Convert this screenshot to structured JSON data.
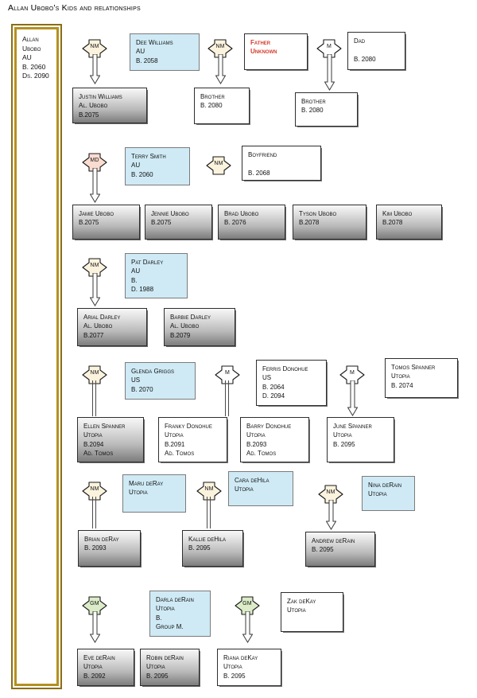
{
  "title": "Allan Ubobo's Kids and relationships",
  "colors": {
    "root_frame_border": "#8a6d14",
    "partner_box_fill": "#cfeaf5",
    "badge_nm_fill": "#fbf3de",
    "badge_md_fill": "#fadcd0",
    "badge_gm_fill": "#dcecc8",
    "badge_m_fill": "#ffffff",
    "alert_text": "#d43b2e"
  },
  "root": {
    "name": "Allan",
    "surname": "Ubobo",
    "code": "AU",
    "born": "B. 2060",
    "died": "Ds. 2090",
    "text": "Allan\nUbobo\nAU\nB. 2060\nDs. 2090"
  },
  "badges": [
    {
      "id": "b1",
      "label": "NM",
      "kind": "nm"
    },
    {
      "id": "b2",
      "label": "NM",
      "kind": "nm"
    },
    {
      "id": "b3",
      "label": "M",
      "kind": "m"
    },
    {
      "id": "b4",
      "label": "MD",
      "kind": "md"
    },
    {
      "id": "b5",
      "label": "NM",
      "kind": "nm"
    },
    {
      "id": "b6",
      "label": "NM",
      "kind": "nm"
    },
    {
      "id": "b7",
      "label": "NM",
      "kind": "nm"
    },
    {
      "id": "b8",
      "label": "M",
      "kind": "m"
    },
    {
      "id": "b9",
      "label": "M",
      "kind": "m"
    },
    {
      "id": "b10",
      "label": "NM",
      "kind": "nm"
    },
    {
      "id": "b11",
      "label": "NM",
      "kind": "nm"
    },
    {
      "id": "b12",
      "label": "NM",
      "kind": "nm"
    },
    {
      "id": "b13",
      "label": "GM",
      "kind": "gm"
    },
    {
      "id": "b14",
      "label": "GM",
      "kind": "gm"
    }
  ],
  "partners": [
    {
      "id": "p_dee",
      "text": "Dee Williams\nAU\nB. 2058"
    },
    {
      "id": "p_father",
      "text": "Father\nUnknown"
    },
    {
      "id": "p_dad",
      "text": "Dad\n\nB. 2080"
    },
    {
      "id": "p_terry",
      "text": "Terry Smith\nAU\nB. 2060"
    },
    {
      "id": "p_boy",
      "text": "Boyfriend\n\nB. 2068"
    },
    {
      "id": "p_pat",
      "text": "Pat Darley\nAU\nB.\nD. 1988"
    },
    {
      "id": "p_glenda",
      "text": "Glenda Griggs\nUS\nB. 2070"
    },
    {
      "id": "p_ferris",
      "text": "Ferris Donohue\nUS\nB. 2064\nD. 2094"
    },
    {
      "id": "p_tomos",
      "text": "Tomos Spanner\nUtopia\nB. 2074"
    },
    {
      "id": "p_maru",
      "text": "Maru deRay\nUtopia"
    },
    {
      "id": "p_cara",
      "text": "Cara deHila\nUtopia"
    },
    {
      "id": "p_nina",
      "text": "Nina deRain\nUtopia"
    },
    {
      "id": "p_darla",
      "text": "Darla deRain\nUtopia\nB.\nGroup M."
    },
    {
      "id": "p_zak",
      "text": "Zak deKay\nUtopia"
    }
  ],
  "children": [
    {
      "id": "c_justin",
      "text": "Justin Williams\nAl. Ubobo\nB.2075"
    },
    {
      "id": "c_bro1",
      "text": "Brother\nB. 2080"
    },
    {
      "id": "c_bro2",
      "text": "Brother\nB. 2080"
    },
    {
      "id": "c_jamie",
      "text": "Jamie Ubobo\nB.2075"
    },
    {
      "id": "c_jennie",
      "text": "Jennie Ubobo\nB.2075"
    },
    {
      "id": "c_brad",
      "text": "Brad Ubobo\nB. 2076"
    },
    {
      "id": "c_tyson",
      "text": "Tyson Ubobo\nB.2078"
    },
    {
      "id": "c_kim",
      "text": "Kim Ubobo\nB.2078"
    },
    {
      "id": "c_arial",
      "text": "Arial Darley\nAl. Ubobo\nB.2077"
    },
    {
      "id": "c_barbie",
      "text": "Barbie Darley\nAl. Ubobo\nB.2079"
    },
    {
      "id": "c_ellen",
      "text": "Ellen Spanner\nUtopia\nB.2094\nAd. Tomos"
    },
    {
      "id": "c_franky",
      "text": "Franky Donohue\nUtopia\nB.2091\nAd. Tomos"
    },
    {
      "id": "c_barry",
      "text": "Barry Donohue\nUtopia\nB.2093\nAd. Tomos"
    },
    {
      "id": "c_june",
      "text": "June Spanner\nUtopia\nB. 2095"
    },
    {
      "id": "c_brian",
      "text": "Brian deRay\nB. 2093"
    },
    {
      "id": "c_kallie",
      "text": "Kallie deHila\nB. 2095"
    },
    {
      "id": "c_andrew",
      "text": "Andrew deRain\nB. 2095"
    },
    {
      "id": "c_eve",
      "text": "Eve deRain\nUtopia\nB. 2092"
    },
    {
      "id": "c_robin",
      "text": "Robin deRain\nUtopia\nB. 2095"
    },
    {
      "id": "c_riana",
      "text": "Riana deKay\nUtopia\nB. 2095"
    }
  ]
}
